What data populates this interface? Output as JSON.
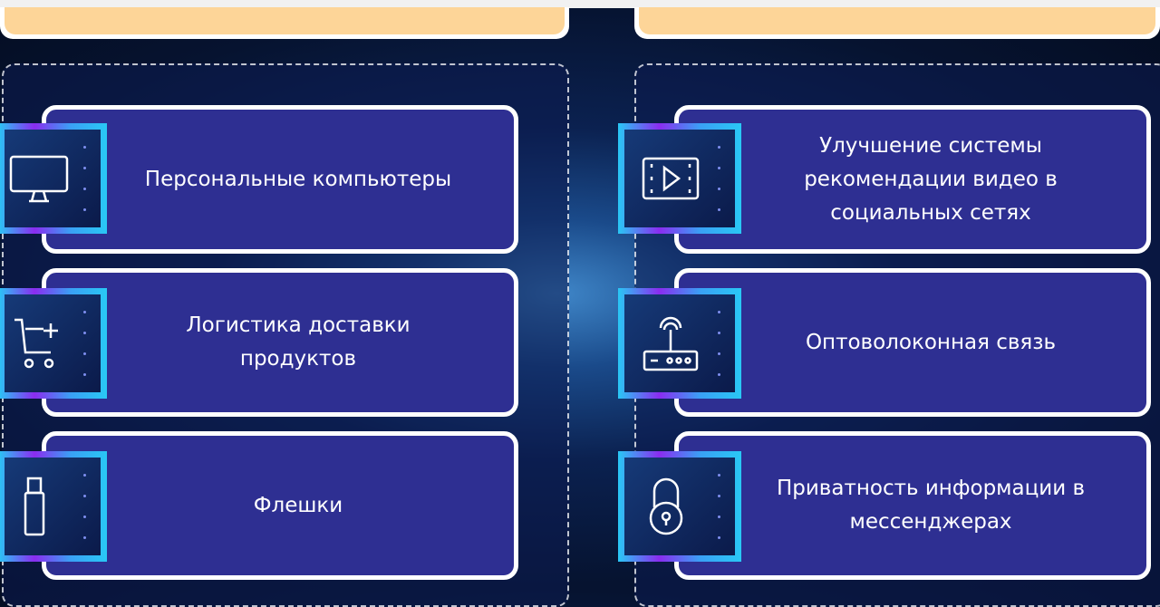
{
  "left_items": [
    {
      "label": "Персональные компьютеры",
      "icon": "monitor-icon"
    },
    {
      "label": "Логистика доставки продуктов",
      "icon": "cart-icon"
    },
    {
      "label": "Флешки",
      "icon": "usb-drive-icon"
    }
  ],
  "right_items": [
    {
      "label": "Улучшение системы рекомендации видео в социальных сетях",
      "icon": "video-icon"
    },
    {
      "label": "Оптоволоконная связь",
      "icon": "router-icon"
    },
    {
      "label": "Приватность информации в мессенджерах",
      "icon": "lock-icon"
    }
  ],
  "colors": {
    "card": "#2e2f92",
    "header_bar": "#fdd598"
  }
}
